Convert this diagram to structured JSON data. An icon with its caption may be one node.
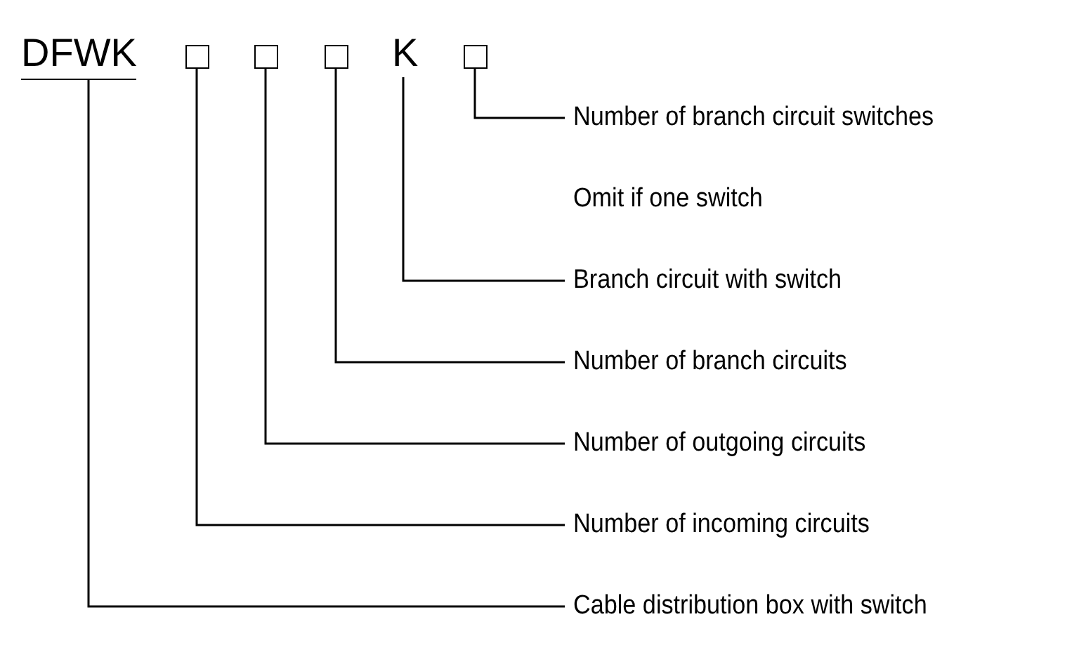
{
  "diagram": {
    "nodes": [
      {
        "text": [
          "DFWK"
        ]
      },
      {
        "text": [],
        "shape": "box"
      },
      {
        "text": [],
        "shape": "box"
      },
      {
        "text": [],
        "shape": "box"
      },
      {
        "text": [
          "K"
        ]
      },
      {
        "text": [],
        "shape": "box"
      },
      {
        "text": [
          "Number of branch circuit switches"
        ]
      },
      {
        "text": [
          "Branch circuit with switch"
        ]
      },
      {
        "text": [
          "Number of branch circuits"
        ]
      },
      {
        "text": [
          "Number of outgoing circuits"
        ]
      },
      {
        "text": [
          "Number of incoming circuits"
        ]
      },
      {
        "text": [
          "Cable distribution box with switch"
        ]
      }
    ],
    "edges": [
      {
        "from": 6,
        "to": 5,
        "arrow": "none"
      },
      {
        "from": 7,
        "to": 4,
        "arrow": "none"
      },
      {
        "from": 8,
        "to": 3,
        "arrow": "none"
      },
      {
        "from": 9,
        "to": 2,
        "arrow": "none"
      },
      {
        "from": 10,
        "to": 1,
        "arrow": "none"
      },
      {
        "from": 11,
        "to": 0,
        "arrow": "none"
      }
    ],
    "labels": [
      "Omit if one switch"
    ]
  }
}
